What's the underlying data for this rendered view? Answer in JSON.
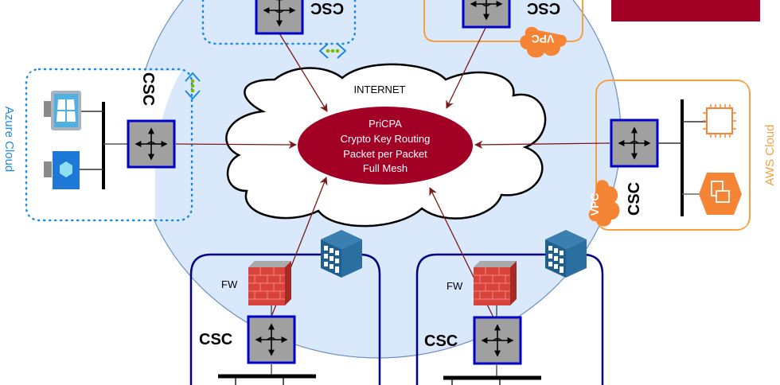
{
  "diagram": {
    "core": {
      "cloud_label": "INTERNET",
      "lines": [
        "PriCPA",
        "Crypto Key Routing",
        "Packet per Packet",
        "Full Mesh"
      ]
    },
    "node_label": "CSC",
    "firewall_label": "FW",
    "vpc_label": "VPC",
    "azure": {
      "label": "Azure Cloud"
    },
    "aws": {
      "label": "AWS Cloud"
    },
    "colors": {
      "core_fill": "#a20025",
      "internet_circle": "#dae8fc",
      "internet_circle_stroke": "#6c8ebf",
      "azure_border": "#1a8ae0",
      "aws_border": "#f7a042",
      "vpc_fill": "#f58534",
      "site_border": "#000080",
      "router_fill": "#a0a0a0",
      "router_border": "#0000cc",
      "arrow": "#7a1a1a"
    }
  }
}
